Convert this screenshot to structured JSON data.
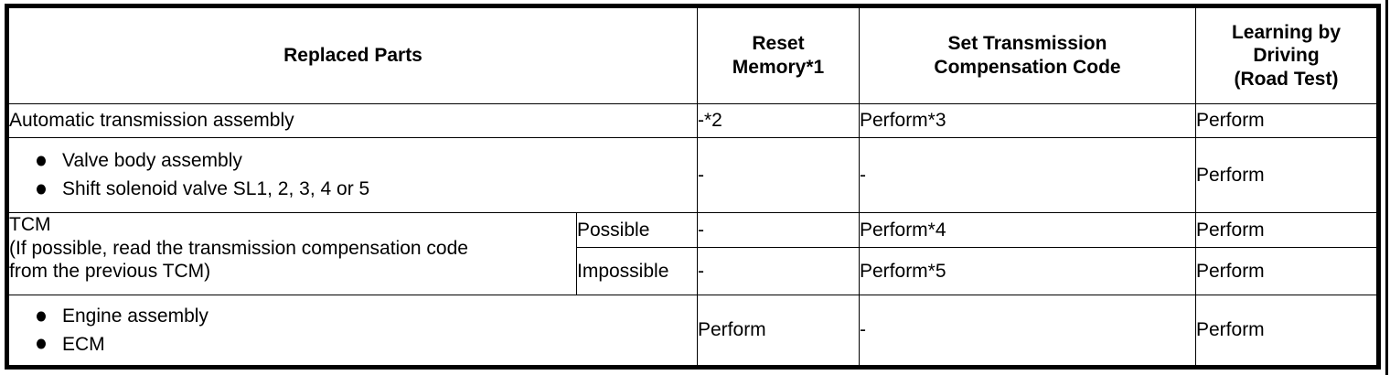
{
  "table": {
    "headers": {
      "replaced_parts": "Replaced Parts",
      "reset_memory_l1": "Reset",
      "reset_memory_l2": "Memory*1",
      "set_code_l1": "Set Transmission",
      "set_code_l2": "Compensation Code",
      "learning_l1": "Learning by",
      "learning_l2": "Driving",
      "learning_l3": "(Road Test)"
    },
    "rows": [
      {
        "id": "automatic-transmission-assembly",
        "part": "Automatic transmission assembly",
        "reset_memory": "-*2",
        "set_code": "Perform*3",
        "learning": "Perform"
      },
      {
        "id": "valve-body-and-solenoid",
        "bullets": [
          "Valve body assembly",
          "Shift solenoid valve SL1, 2, 3, 4 or 5"
        ],
        "reset_memory": "-",
        "set_code": "-",
        "learning": "Perform"
      },
      {
        "id": "tcm",
        "tcm_line1": "TCM",
        "tcm_line2": "(If possible, read the transmission compensation code",
        "tcm_line3": "from the previous TCM)",
        "sub_rows": [
          {
            "id": "tcm-possible",
            "condition": "Possible",
            "reset_memory": "-",
            "set_code": "Perform*4",
            "learning": "Perform"
          },
          {
            "id": "tcm-impossible",
            "condition": "Impossible",
            "reset_memory": "-",
            "set_code": "Perform*5",
            "learning": "Perform"
          }
        ]
      },
      {
        "id": "engine-and-ecm",
        "bullets": [
          "Engine assembly",
          "ECM"
        ],
        "reset_memory": "Perform",
        "set_code": "-",
        "learning": "Perform"
      }
    ]
  },
  "colors": {
    "ink": "#000000",
    "paper": "#ffffff"
  }
}
